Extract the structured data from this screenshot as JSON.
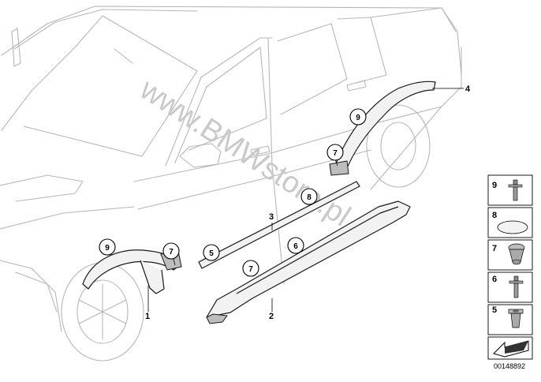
{
  "watermark": "www.BMWstore.pl",
  "diagram_code": "00148892",
  "callouts": {
    "wheel_arch_front": "1",
    "sill_trim": "2",
    "door_strip": "3",
    "wheel_arch_rear": "4",
    "front_arch_9": "9",
    "front_arch_7": "7",
    "door_5": "5",
    "door_8": "8",
    "sill_6": "6",
    "sill_7": "7",
    "rear_arch_9": "9",
    "rear_arch_7": "7"
  },
  "legend": [
    {
      "num": "9",
      "part": "bolt-clip"
    },
    {
      "num": "8",
      "part": "round-pad"
    },
    {
      "num": "7",
      "part": "push-clip"
    },
    {
      "num": "6",
      "part": "bolt-clip"
    },
    {
      "num": "5",
      "part": "grommet-nut"
    }
  ]
}
